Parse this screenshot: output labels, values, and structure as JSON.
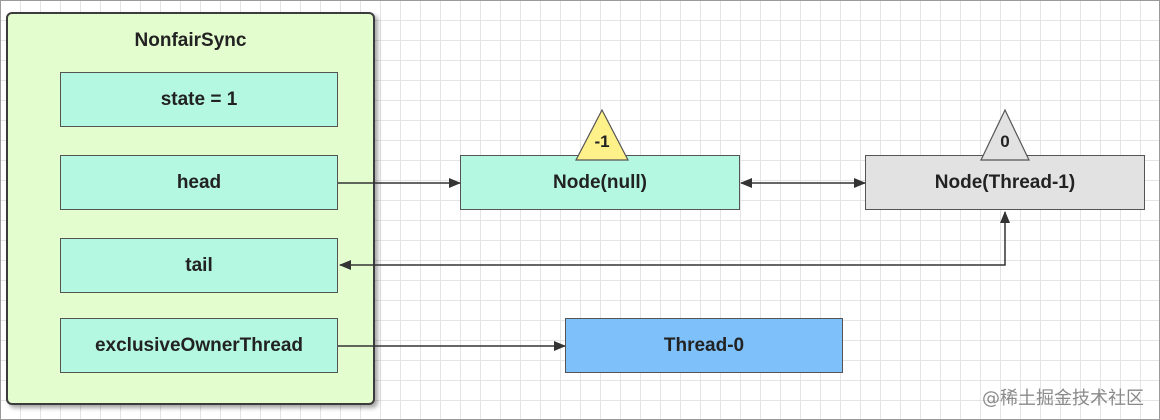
{
  "container": {
    "title": "NonfairSync"
  },
  "fields": {
    "state": "state = 1",
    "head": "head",
    "tail": "tail",
    "owner": "exclusiveOwnerThread"
  },
  "nodes": {
    "null_node": {
      "label": "Node(null)",
      "wait_status": "-1"
    },
    "thread1_node": {
      "label": "Node(Thread-1)",
      "wait_status": "0"
    },
    "thread0": {
      "label": "Thread-0"
    }
  },
  "colors": {
    "container_fill": "#e4fdcf",
    "field_fill": "#b4f8e2",
    "node_fill": "#b4f8e2",
    "thread1_fill": "#e2e2e2",
    "thread0_fill": "#7ec0f9",
    "status_minus1_fill": "#fff18a",
    "status_zero_fill": "#e2e2e2"
  },
  "watermark": "@稀土掘金技术社区"
}
